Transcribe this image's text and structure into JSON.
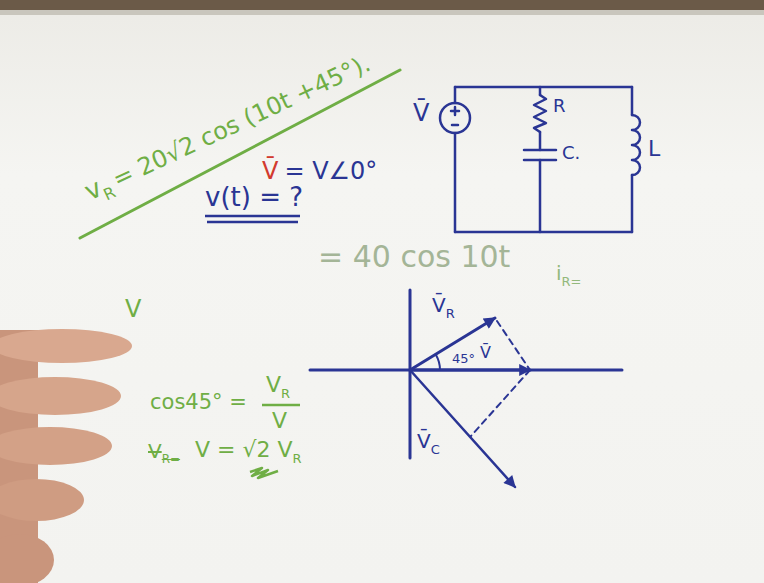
{
  "diagram": {
    "labels": [
      "v",
      "R",
      "= 20√2 cos (10t +45°).",
      "V̄",
      "= V∠0°",
      "v(t) = ?",
      "= 40 cos 10t",
      "V̄",
      "R",
      "C.",
      "L",
      "i",
      "R=",
      "V̄",
      "R",
      "45°",
      "V̄",
      "V̄",
      "C",
      "V",
      "cos45° =",
      "V",
      "R",
      "V",
      "V",
      "R=",
      "V = √2 V",
      "R"
    ]
  }
}
